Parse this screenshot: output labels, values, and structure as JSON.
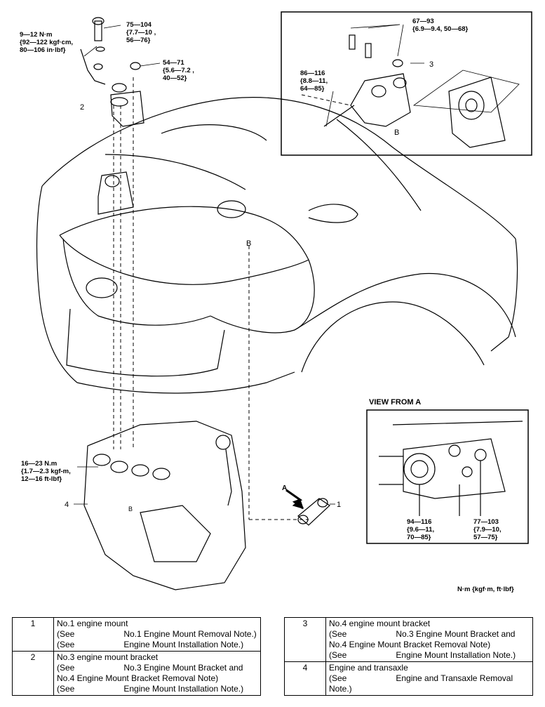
{
  "torques": {
    "t1": [
      "75—104",
      "{7.7—10 ,",
      "56—76}"
    ],
    "t2": [
      "9—12 N·m",
      "{92—122 kgf·cm,",
      "80—106 in·lbf}"
    ],
    "t3": [
      "54—71",
      "{5.6—7.2 ,",
      "40—52}"
    ],
    "t4": [
      "67—93",
      "{6.9—9.4, 50—68}"
    ],
    "t5": [
      "86—116",
      "{8.8—11,",
      "64—85}"
    ],
    "t6": [
      "16—23 N.m",
      "{1.7—2.3 kgf-m,",
      "12—16 ft-lbf}"
    ],
    "t7": [
      "94—116",
      "{9.6—11,",
      "70—85}"
    ],
    "t8": [
      "77—103",
      "{7.9—10,",
      "57—75}"
    ]
  },
  "callouts": {
    "c1": "1",
    "c2": "2",
    "c3": "3",
    "c4": "4",
    "b_top": "B",
    "b_mid": "B",
    "b_lower": "B",
    "a": "A"
  },
  "view_title": "VIEW FROM A",
  "units_note": "N·m {kgf·m, ft·lbf}",
  "legend": {
    "left": [
      {
        "num": "1",
        "name": "No.1 engine mount",
        "notes": [
          [
            "(See",
            "No.1 Engine Mount Removal Note.)"
          ],
          [
            "(See",
            "Engine Mount Installation Note.)"
          ]
        ],
        "extra": []
      },
      {
        "num": "2",
        "name": "No.3 engine mount bracket",
        "notes": [
          [
            "(See",
            "No.3 Engine Mount Bracket and"
          ]
        ],
        "extra": [
          "No.4 Engine Mount Bracket Removal Note)"
        ],
        "notes2": [
          [
            "(See",
            "Engine Mount Installation Note.)"
          ]
        ]
      }
    ],
    "right": [
      {
        "num": "3",
        "name": "No.4 engine mount bracket",
        "notes": [
          [
            "(See",
            "No.3 Engine Mount Bracket and"
          ]
        ],
        "extra": [
          "No.4 Engine Mount Bracket Removal Note)"
        ],
        "notes2": [
          [
            "(See",
            "Engine Mount Installation Note.)"
          ]
        ]
      },
      {
        "num": "4",
        "name": "Engine and transaxle",
        "notes": [
          [
            "(See",
            "Engine and Transaxle Removal"
          ]
        ],
        "extra": [
          "Note.)"
        ],
        "notes2": []
      }
    ]
  }
}
